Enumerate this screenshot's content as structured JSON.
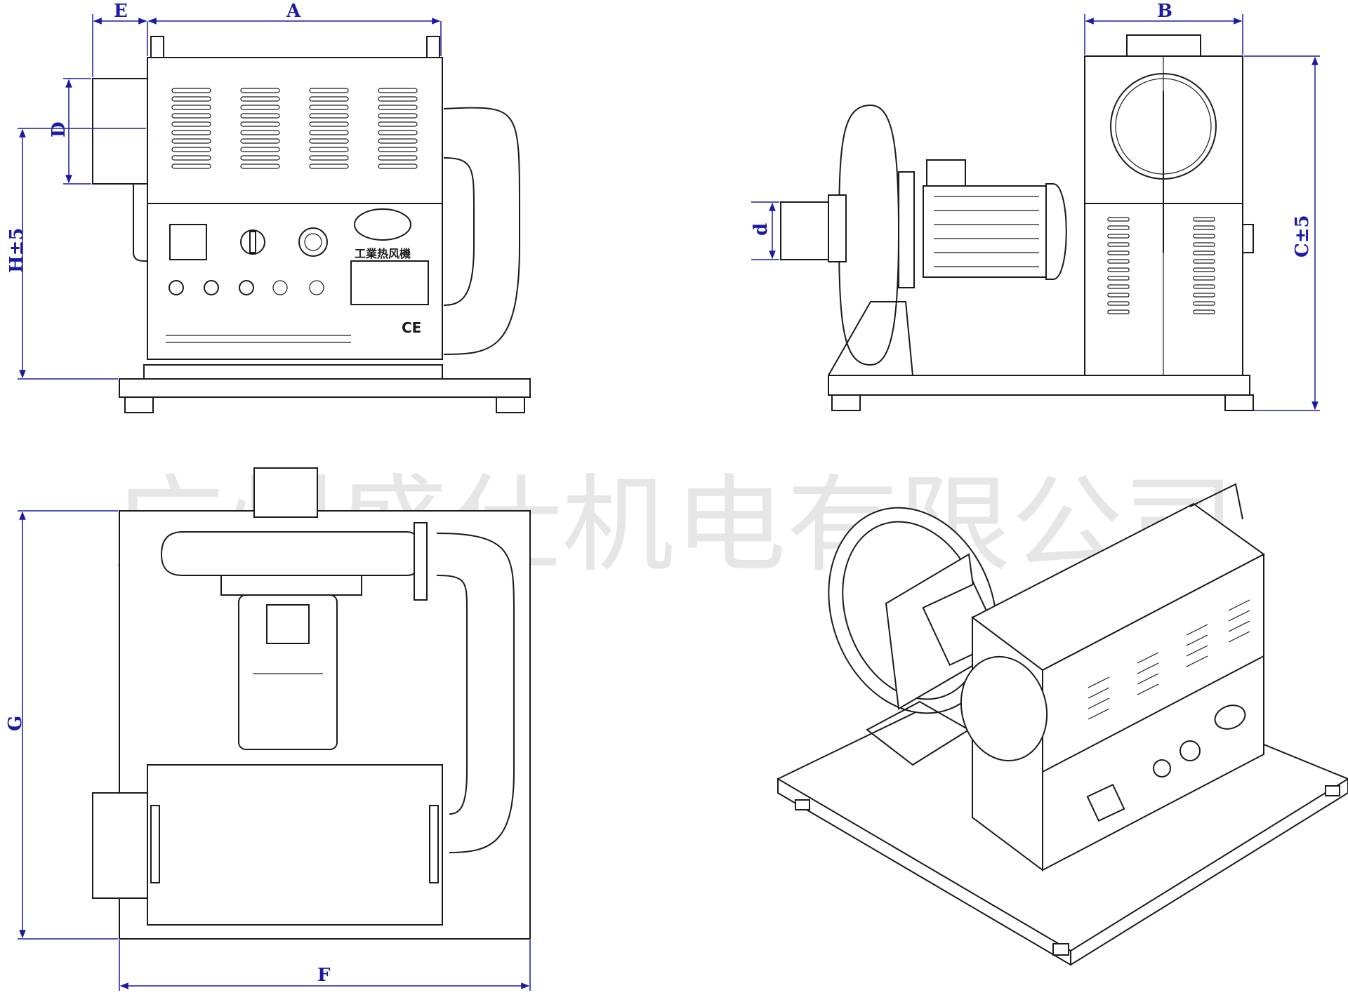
{
  "watermark": "广州盛仕机电有限公司",
  "dimensions": {
    "A": "A",
    "B": "B",
    "C": "C±5",
    "D": "D",
    "E": "E",
    "F": "F",
    "G": "G",
    "H": "H±5",
    "d": "d"
  },
  "panel": {
    "brand": "工業热风機",
    "ce_mark": "CE"
  },
  "colors": {
    "line": "#1a1a1a",
    "dimension": "#1a1aa6",
    "watermark": "#e6e6e6"
  }
}
